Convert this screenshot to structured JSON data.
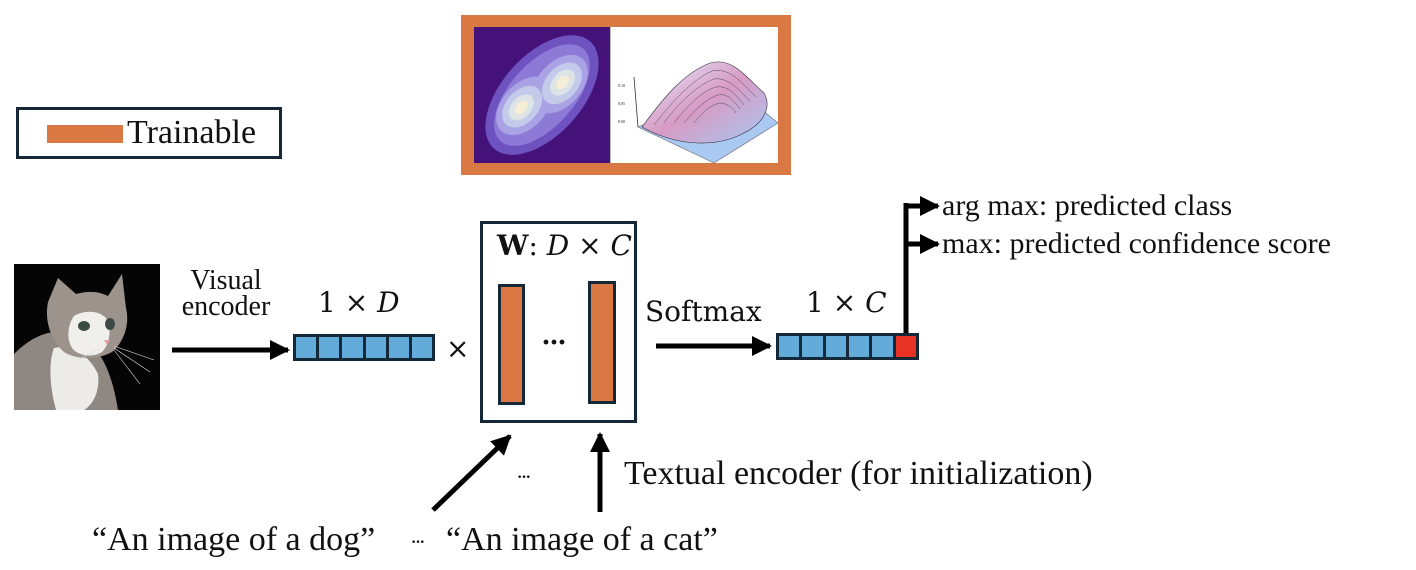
{
  "colors": {
    "trainable": "#D97842",
    "vector_cell": "#63ACDA",
    "vector_highlight": "#E83324",
    "border_dark": "#142838",
    "arrow": "#000000",
    "contour_bg": "#45127A"
  },
  "legend": {
    "label": "Trainable"
  },
  "inset": {
    "description": "Trainable distribution plots: 2D contour and 3D surface",
    "left_plot": "contour-plot",
    "right_plot": "surface-plot",
    "surface_zaxis_ticks": [
      "0.10",
      "0.05",
      "0.00"
    ]
  },
  "input": {
    "image_label": "cat-photo",
    "encoder_line1": "Visual",
    "encoder_line2": "encoder"
  },
  "feature_vector": {
    "label_prefix": "1 × ",
    "label_var": "D",
    "cells": 6,
    "times_symbol": "×"
  },
  "weight_matrix": {
    "label_bold": "W",
    "label_rest": ": ",
    "label_dims": "D × C",
    "ellipsis": "···"
  },
  "softmax": {
    "label": "Softmax"
  },
  "output_vector": {
    "label_prefix": "1 × ",
    "label_var": "C",
    "cells": 6,
    "highlight_index": 5
  },
  "outputs": [
    {
      "label": "arg max: predicted class"
    },
    {
      "label": "max: predicted confidence score"
    }
  ],
  "text_inputs": {
    "prompt_dog": "“An image of a dog”",
    "between_ellipsis": "···",
    "prompt_cat": "“An image of a cat”",
    "arrows_ellipsis": "···",
    "encoder_label": "Textual encoder (for initialization)"
  }
}
